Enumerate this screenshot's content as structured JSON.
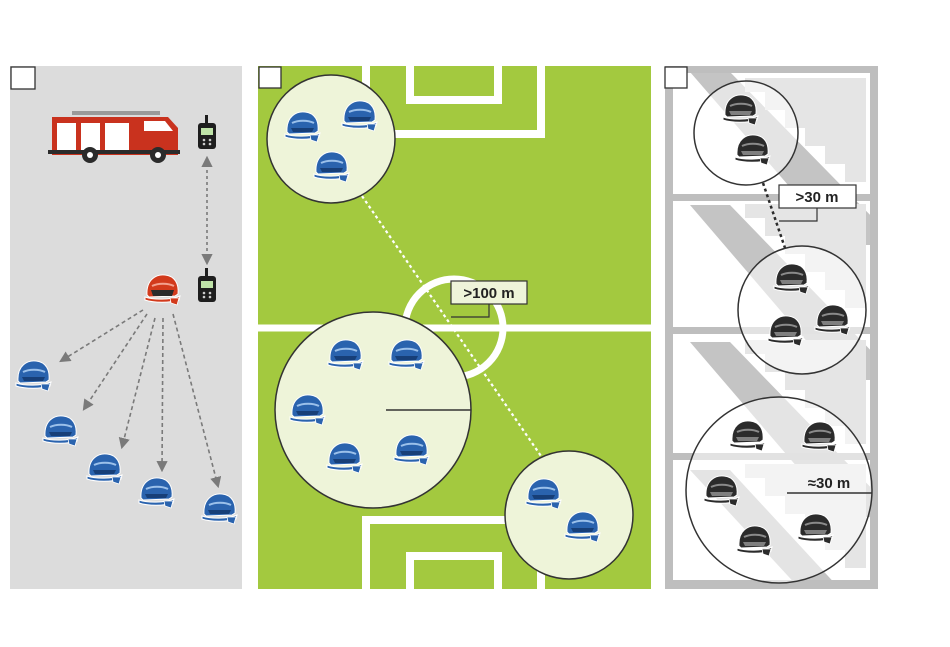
{
  "colors": {
    "panel_gray": "#dcdcdc",
    "pitch_green": "#a3c93f",
    "zone_fill": "#eef4d9",
    "helmet_blue": "#2a63ae",
    "helmet_red": "#d23a1c",
    "helmet_dark": "#2b2b2b",
    "truck_red": "#c9321e",
    "building_gray": "#bebebe"
  },
  "panels": [
    {
      "name": "command-panel",
      "badge": ""
    },
    {
      "name": "football-pitch-panel",
      "badge": ""
    },
    {
      "name": "stairwell-panel",
      "badge": ""
    }
  ],
  "labels": {
    "pitch_distance": ">100 m",
    "building_distance": ">30 m",
    "zone_radius": "≈30 m"
  },
  "icons": {
    "truck": "fire-truck-icon",
    "radio": "radio-icon",
    "commander": "commander-helmet-icon",
    "firefighter": "firefighter-helmet-icon",
    "firefighter_dark": "firefighter-dark-helmet-icon"
  }
}
